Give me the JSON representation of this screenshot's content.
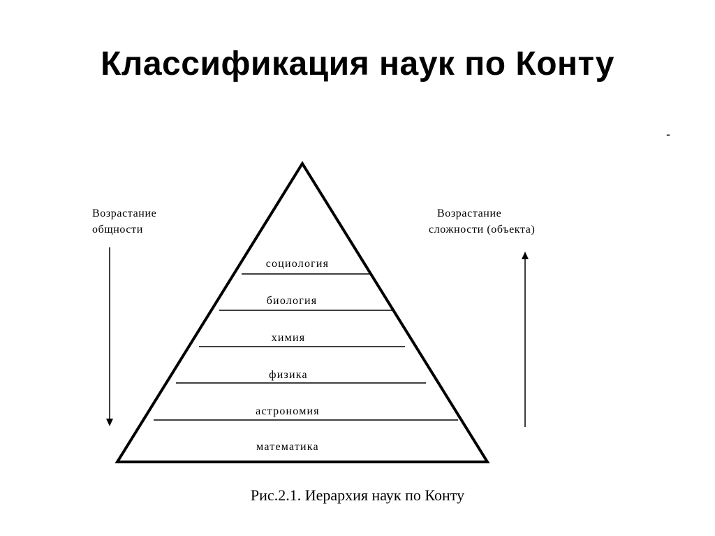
{
  "title": "Классификация наук по Конту",
  "corner_mark": "-",
  "left_axis": {
    "line1": "Возрастание",
    "line2": "общности"
  },
  "right_axis": {
    "line1": "Возрастание",
    "line2": "сложности (объекта)"
  },
  "levels": [
    "социология",
    "биология",
    "химия",
    "физика",
    "астрономия",
    "математика"
  ],
  "caption": "Рис.2.1. Иерархия наук по Конту",
  "colors": {
    "ink": "#000000",
    "background": "#ffffff"
  }
}
